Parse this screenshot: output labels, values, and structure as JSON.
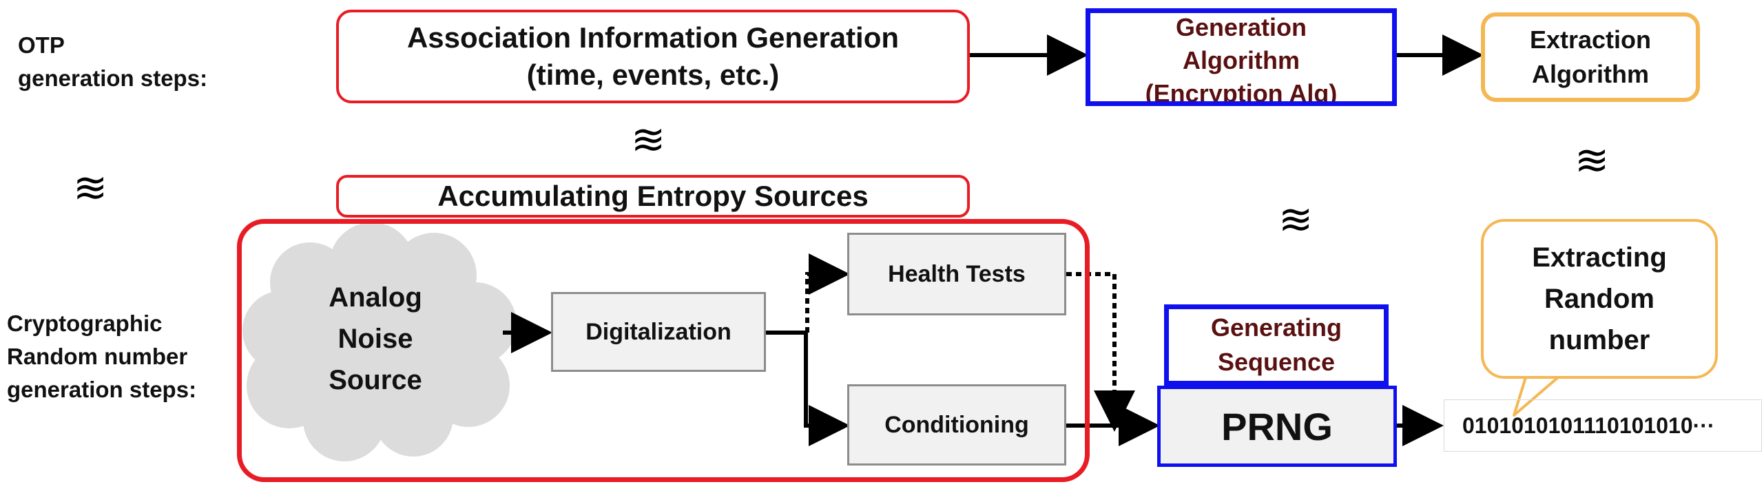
{
  "rows": {
    "otp_label_line1": "OTP",
    "otp_label_line2": "generation steps:",
    "crypto_label_line1": "Cryptographic",
    "crypto_label_line2": "Random number",
    "crypto_label_line3": "generation steps:"
  },
  "otp": {
    "association_line1": "Association Information Generation",
    "association_line2": "(time, events, etc.)",
    "generation_line1": "Generation",
    "generation_line2": "Algorithm",
    "generation_line3": "(Encryption Alg)",
    "extraction_line1": "Extraction",
    "extraction_line2": "Algorithm"
  },
  "crypto": {
    "accumulating": "Accumulating Entropy Sources",
    "noise_line1": "Analog",
    "noise_line2": "Noise",
    "noise_line3": "Source",
    "digitalization": "Digitalization",
    "health_tests": "Health Tests",
    "conditioning": "Conditioning",
    "generating_line1": "Generating",
    "generating_line2": "Sequence",
    "prng": "PRNG",
    "extracting_line1": "Extracting",
    "extracting_line2": "Random",
    "extracting_line3": "number",
    "output_bits": "0101010101110101010···"
  },
  "symbols": {
    "approx": "≋"
  },
  "colors": {
    "red": "#e81c24",
    "blue": "#1010ee",
    "orange": "#f5b754",
    "gray_fill": "#f1f1f1",
    "cloud": "#dcdcdc",
    "maroon_text": "#5a1010"
  }
}
